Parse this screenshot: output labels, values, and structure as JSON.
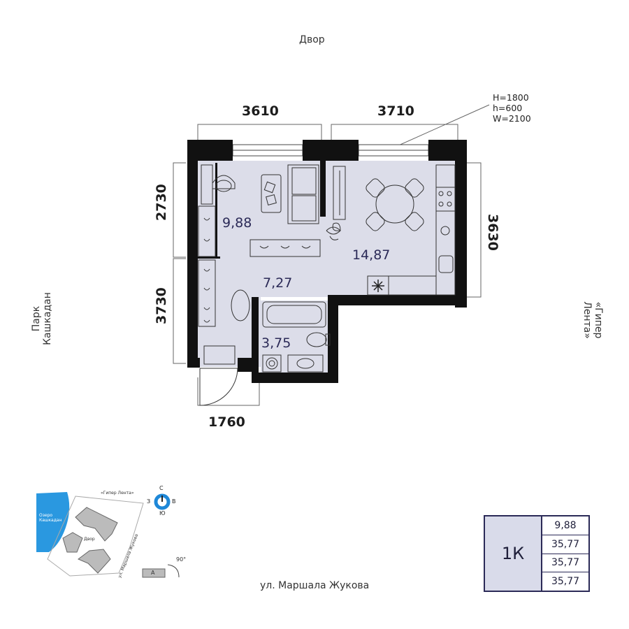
{
  "sides": {
    "top": "Двор",
    "left": "Парк Кашкадан",
    "right": "«Гипер Лента»",
    "bottom": "ул. Маршала Жукова"
  },
  "dimensions": {
    "top_left": "3610",
    "top_right": "3710",
    "left_upper": "2730",
    "left_lower": "3730",
    "right": "3630",
    "bottom": "1760"
  },
  "window_spec": [
    "H=1800",
    "h=600",
    "W=2100"
  ],
  "rooms": {
    "bedroom": "9,88",
    "living": "14,87",
    "hall": "7,27",
    "bath": "3,75"
  },
  "minimap": {
    "lake": [
      "Озеро",
      "Кашкадан"
    ],
    "store": "«Гипер Лента»",
    "yard": "Двор",
    "street": "ул. Маршала Жукова",
    "building": "A",
    "angle": "90°",
    "compass": {
      "n": "С",
      "s": "Ю",
      "w": "З",
      "e": "В",
      "accent": "#1e88d8"
    }
  },
  "summary": {
    "type": "1К",
    "values": [
      "9,88",
      "35,77",
      "35,77",
      "35,77"
    ]
  },
  "colors": {
    "floor": "#dcdde9",
    "wall": "#111111",
    "ink": "#2b2a57"
  }
}
